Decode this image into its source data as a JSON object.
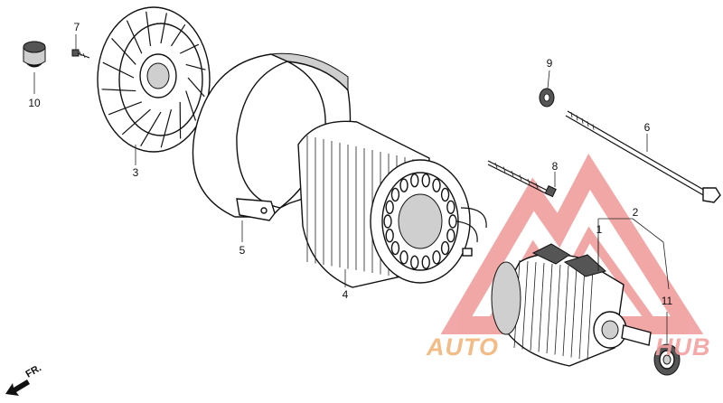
{
  "callouts": [
    {
      "id": "1",
      "label": "1"
    },
    {
      "id": "2",
      "label": "2"
    },
    {
      "id": "3",
      "label": "3"
    },
    {
      "id": "4",
      "label": "4"
    },
    {
      "id": "5",
      "label": "5"
    },
    {
      "id": "6",
      "label": "6"
    },
    {
      "id": "7",
      "label": "7"
    },
    {
      "id": "8",
      "label": "8"
    },
    {
      "id": "9",
      "label": "9"
    },
    {
      "id": "10",
      "label": "10"
    },
    {
      "id": "11",
      "label": "11"
    }
  ],
  "direction_marker": {
    "label": "FR."
  },
  "watermark": {
    "text_left": "AUTO",
    "text_right": "HUB",
    "color_left": "#f2b57a",
    "color_right": "#f4a0a0",
    "logo_color": "#e86060"
  },
  "colors": {
    "line": "#111111",
    "background": "#ffffff"
  }
}
